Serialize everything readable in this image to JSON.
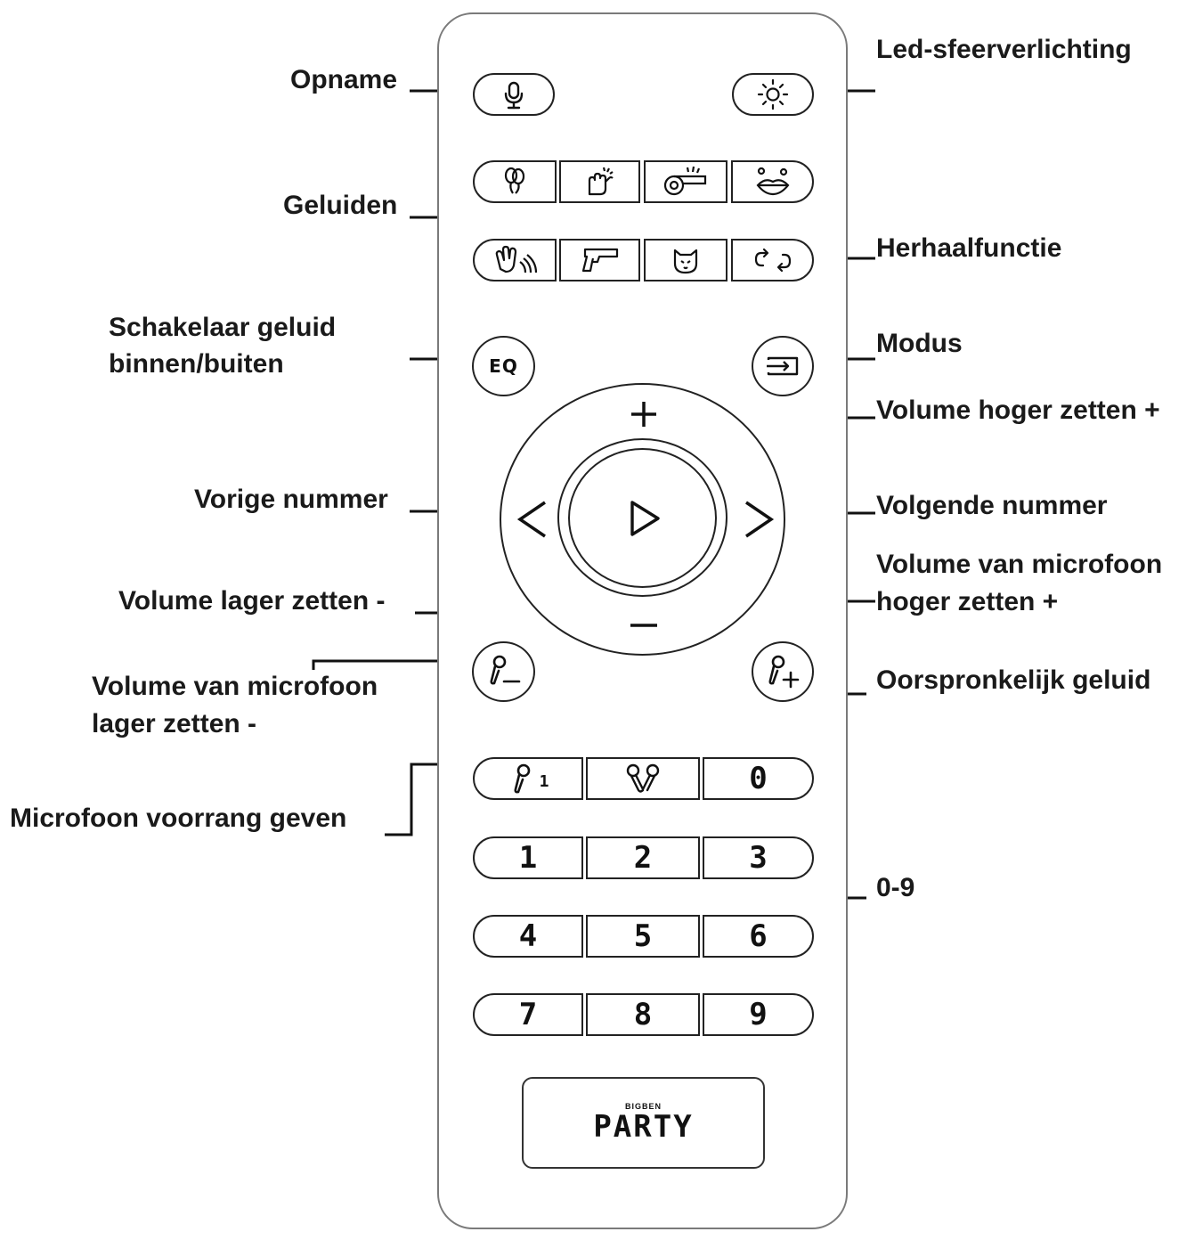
{
  "labels": {
    "opname": "Opname",
    "geluiden": "Geluiden",
    "schakelaar_line1": "Schakelaar geluid",
    "schakelaar_line2": "binnen/buiten",
    "vorige": "Vorige nummer",
    "volume_lager": "Volume lager zetten -",
    "mic_lager_line1": "Volume van microfoon",
    "mic_lager_line2": "lager zetten -",
    "mic_voorrang": "Microfoon voorrang geven",
    "led": "Led-sfeerverlichting",
    "herhaal": "Herhaalfunctie",
    "modus": "Modus",
    "volume_hoger": "Volume hoger zetten +",
    "volgende": "Volgende nummer",
    "mic_hoger_line1": "Volume van microfoon",
    "mic_hoger_line2": "hoger zetten +",
    "oorspronkelijk": "Oorspronkelijk geluid",
    "digits_range": "0-9"
  },
  "remote": {
    "eq_label": "EQ",
    "ring_plus": "+",
    "ring_minus": "−",
    "mic_priority_digit": "1",
    "digits": [
      "0",
      "1",
      "2",
      "3",
      "4",
      "5",
      "6",
      "7",
      "8",
      "9"
    ],
    "logo_small": "BIGBEN",
    "logo_big": "PARTY"
  }
}
